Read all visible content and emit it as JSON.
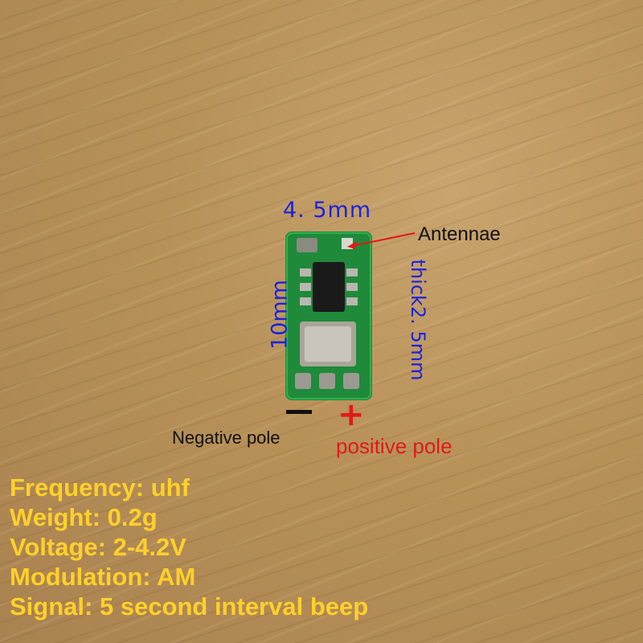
{
  "labels": {
    "width": "4. 5mm",
    "length": "10mm",
    "thickness": "thick2. 5mm",
    "antenna": "Antennae",
    "negative_sign": "—",
    "positive_sign": "+",
    "negative": "Negative pole",
    "positive": "positive pole"
  },
  "specs": [
    "Frequency: uhf",
    "Weight: 0.2g",
    "Voltage: 2-4.2V",
    "Modulation: AM",
    "Signal: 5 second interval beep"
  ],
  "colors": {
    "dimension_text": "#1b22e0",
    "spec_text": "#ffd02a",
    "positive_text": "#e01a1a",
    "pcb": "#1f8a3a",
    "wood": "#b89159"
  }
}
